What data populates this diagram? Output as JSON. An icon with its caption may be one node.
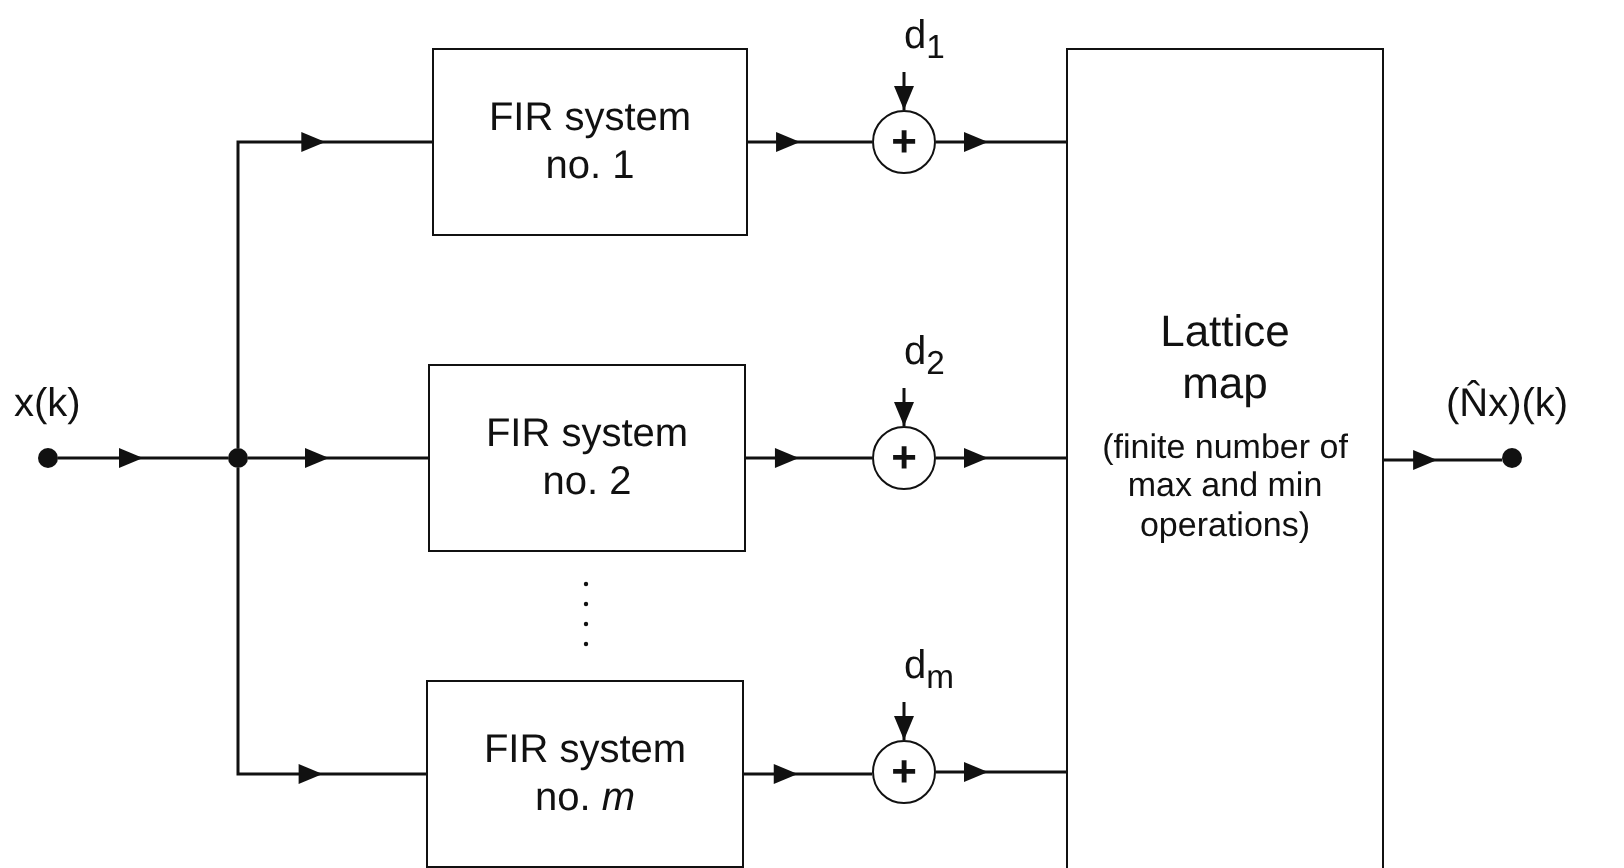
{
  "diagram": {
    "nodes": [
      {
        "text": [],
        "shape": "circle",
        "beside": [
          "x(k)"
        ]
      },
      {
        "text": [],
        "shape": "circle"
      },
      {
        "text": [
          "FIR system no. 1"
        ]
      },
      {
        "text": [
          "FIR system no. 2"
        ]
      },
      {
        "text": [
          "FIR system no. *m*"
        ]
      },
      {
        "text": [
          "+"
        ]
      },
      {
        "text": [
          "+"
        ]
      },
      {
        "text": [
          "+"
        ]
      },
      {
        "text": [
          "d$_{1}$"
        ]
      },
      {
        "text": [
          "d$_{2}$"
        ]
      },
      {
        "text": [
          "d$_{m}$"
        ]
      },
      {
        "text": [
          "Lattice map",
          "(finite number of max and min operations)"
        ]
      },
      {
        "text": [],
        "shape": "circle",
        "beside": [
          "(N̂x)(k)"
        ]
      }
    ],
    "edges": [
      {
        "from": 0,
        "to": 1,
        "arrow": "to"
      },
      {
        "from": 1,
        "to": 2,
        "arrow": "to"
      },
      {
        "from": 1,
        "to": 3,
        "arrow": "to"
      },
      {
        "from": 1,
        "to": 4,
        "arrow": "to"
      },
      {
        "from": 2,
        "to": 5,
        "arrow": "to"
      },
      {
        "from": 3,
        "to": 6,
        "arrow": "to"
      },
      {
        "from": 4,
        "to": 7,
        "arrow": "to"
      },
      {
        "from": 8,
        "to": 5,
        "arrow": "to"
      },
      {
        "from": 9,
        "to": 6,
        "arrow": "to"
      },
      {
        "from": 10,
        "to": 7,
        "arrow": "to"
      },
      {
        "from": 5,
        "to": 11,
        "arrow": "to"
      },
      {
        "from": 6,
        "to": 11,
        "arrow": "to"
      },
      {
        "from": 7,
        "to": 11,
        "arrow": "to"
      },
      {
        "from": 11,
        "to": 12,
        "arrow": "to"
      }
    ]
  }
}
